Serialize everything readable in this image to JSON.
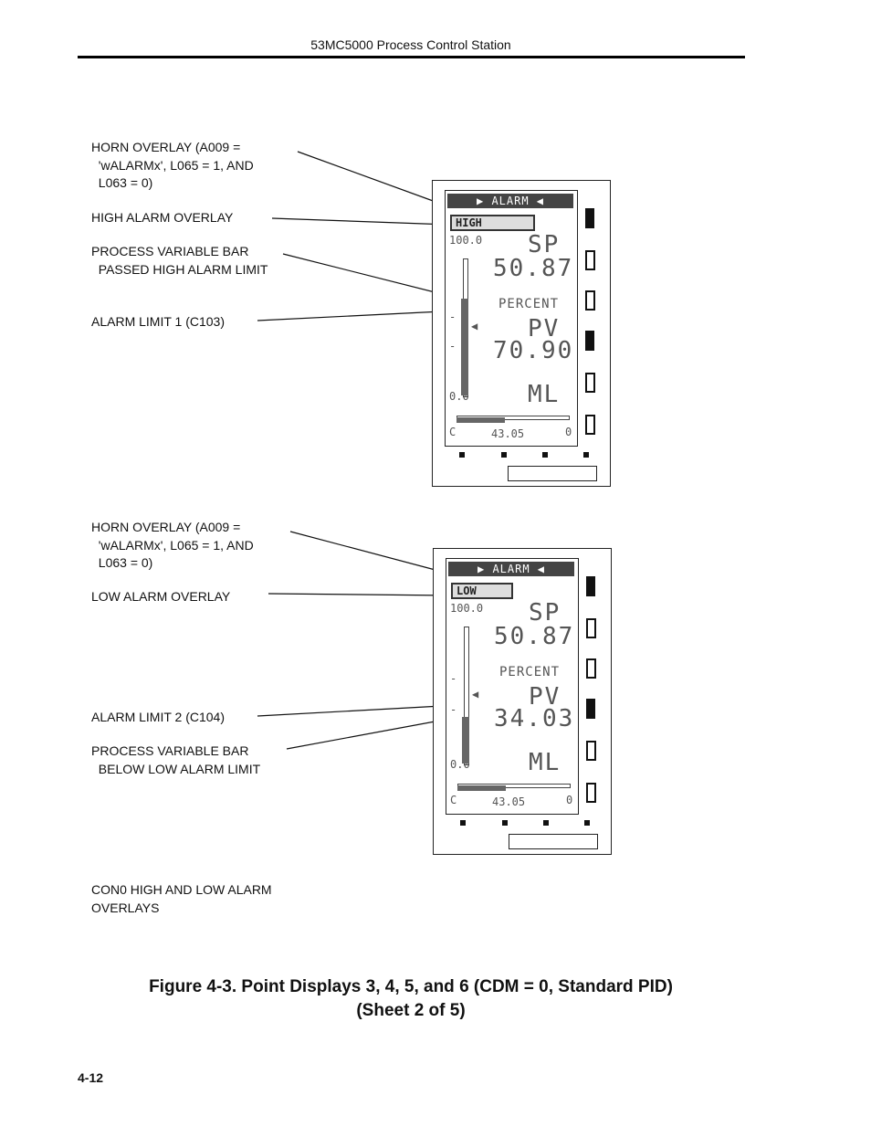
{
  "header": {
    "title": "53MC5000 Process Control Station"
  },
  "callouts_top": {
    "horn": "HORN OVERLAY (A009 =\n  'wALARMx', L065 = 1, AND\n  L063 = 0)",
    "high_alarm": "HIGH ALARM OVERLAY",
    "pv_bar": "PROCESS VARIABLE BAR\n  PASSED HIGH ALARM LIMIT",
    "limit1": "ALARM LIMIT 1 (C103)"
  },
  "callouts_bottom": {
    "horn": "HORN OVERLAY (A009 =\n  'wALARMx', L065 = 1, AND\n  L063 = 0)",
    "low_alarm": "LOW ALARM OVERLAY",
    "limit2": "ALARM LIMIT 2 (C104)",
    "pv_bar": "PROCESS VARIABLE BAR\n  BELOW LOW ALARM LIMIT"
  },
  "display_top": {
    "header": "ALARM",
    "overlay": "HIGH",
    "scale_max": "100.0",
    "scale_min": "0.0",
    "sp_label": "SP",
    "sp_value": "50.87",
    "units": "PERCENT",
    "pv_label": "PV",
    "pv_value": "70.90",
    "mode": "ML",
    "output_c": "C",
    "output_value": "43.05",
    "output_o": "0",
    "pv_percent": 70.9,
    "output_percent": 43.05
  },
  "display_bottom": {
    "header": "ALARM",
    "overlay": "LOW",
    "scale_max": "100.0",
    "scale_min": "0.0",
    "sp_label": "SP",
    "sp_value": "50.87",
    "units": "PERCENT",
    "pv_label": "PV",
    "pv_value": "34.03",
    "mode": "ML",
    "output_c": "C",
    "output_value": "43.05",
    "output_o": "0",
    "pv_percent": 34.03,
    "output_percent": 43.05
  },
  "caption": "CON0 HIGH AND LOW ALARM\nOVERLAYS",
  "figure": {
    "line1": "Figure 4-3.  Point Displays 3, 4, 5, and 6 (CDM = 0, Standard PID)",
    "line2": "(Sheet 2 of 5)"
  },
  "page_number": "4-12"
}
